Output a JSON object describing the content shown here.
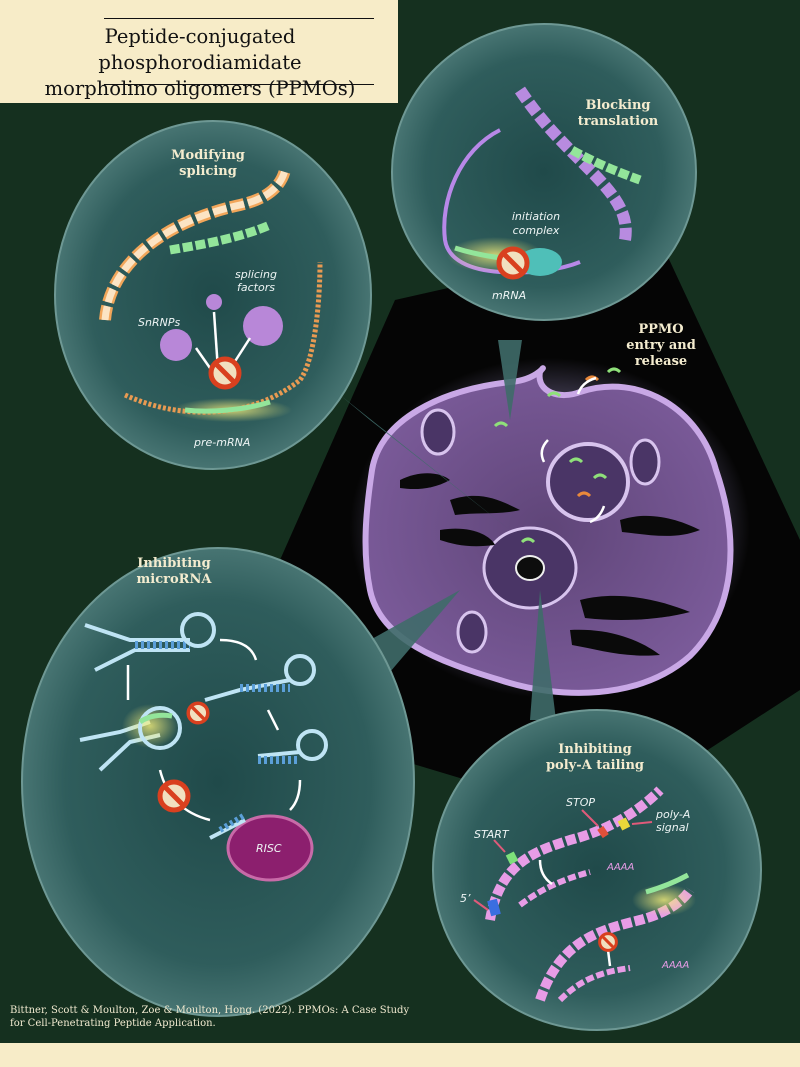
{
  "title": {
    "line1": "Peptide-conjugated phosphorodiamidate",
    "line2": "morpholino oligomers (PPMOs)"
  },
  "panels": {
    "splicing": {
      "heading_line1": "Modifying",
      "heading_line2": "splicing",
      "labels": {
        "splicing_factors_1": "splicing",
        "splicing_factors_2": "factors",
        "snrnps": "SnRNPs",
        "pre_mrna": "pre-mRNA"
      }
    },
    "translation": {
      "heading_line1": "Blocking",
      "heading_line2": "translation",
      "labels": {
        "initiation_1": "initiation",
        "initiation_2": "complex",
        "mrna": "mRNA"
      }
    },
    "entry": {
      "line1": "PPMO",
      "line2": "entry and",
      "line3": "release"
    },
    "microrna": {
      "heading_line1": "Inhibiting",
      "heading_line2": "microRNA",
      "labels": {
        "risc": "RISC"
      }
    },
    "polya": {
      "heading_line1": "Inhibiting",
      "heading_line2": "poly-A tailing",
      "labels": {
        "stop": "STOP",
        "polya_signal_1": "poly-A",
        "polya_signal_2": "signal",
        "start": "START",
        "five_prime": "5’",
        "aaaa_1": "AAAA",
        "aaaa_2": "AAAA"
      }
    }
  },
  "citation": {
    "line1": "Bittner, Scott & Moulton, Zoe & Moulton, Hong. (2022). PPMOs: A Case Study",
    "line2": "for Cell-Penetrating Peptide Application."
  },
  "colors": {
    "background": "#15301f",
    "cream": "#f7ecc8",
    "bubble": "#4d7775",
    "cell": "#7a5a98",
    "membrane": "#b590d6",
    "ppmo_green": "#8fe07a",
    "inhibit_red": "#d9401f",
    "risc": "#8c1f6e"
  },
  "icons": [
    "no-symbol-icon",
    "arrow-icon",
    "rna-strand-icon",
    "cell-icon"
  ]
}
